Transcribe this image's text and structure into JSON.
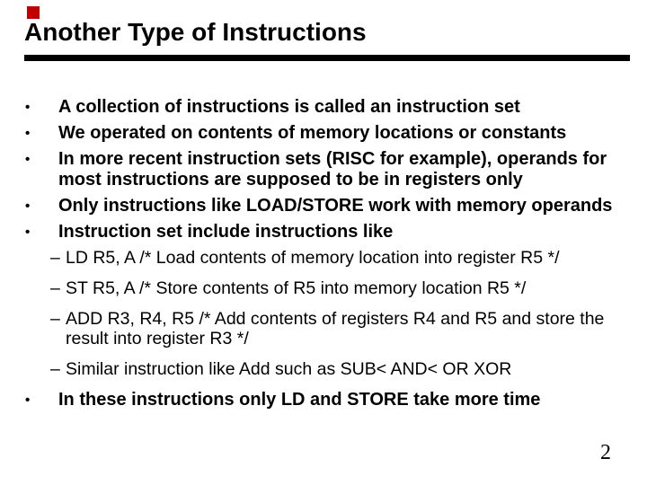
{
  "slide": {
    "title": "Another Type of Instructions",
    "page_number": "2",
    "accent_color": "#c00000",
    "text_color": "#000000",
    "background_color": "#ffffff",
    "markers": {
      "bullet": "•",
      "dash": "–"
    },
    "items": [
      {
        "level": 1,
        "text": "A collection of instructions is called an instruction set"
      },
      {
        "level": 1,
        "text": "We operated on contents of memory locations or constants"
      },
      {
        "level": 1,
        "text": "In more recent instruction sets (RISC for example), operands for most instructions are supposed to be in registers only"
      },
      {
        "level": 1,
        "text": "Only instructions like LOAD/STORE work with memory operands"
      },
      {
        "level": 1,
        "text": "Instruction set include instructions like"
      },
      {
        "level": 2,
        "text": "LD R5, A /* Load contents of memory location into register R5 */"
      },
      {
        "level": 2,
        "text": "ST R5, A /* Store contents of R5 into memory location R5 */"
      },
      {
        "level": 2,
        "text": "ADD R3, R4, R5 /* Add contents of registers R4 and R5 and store the result into register R3 */"
      },
      {
        "level": 2,
        "text": "Similar instruction like Add such as SUB< AND< OR XOR"
      },
      {
        "level": 1,
        "text": "In these instructions only LD and STORE take more time"
      }
    ]
  }
}
